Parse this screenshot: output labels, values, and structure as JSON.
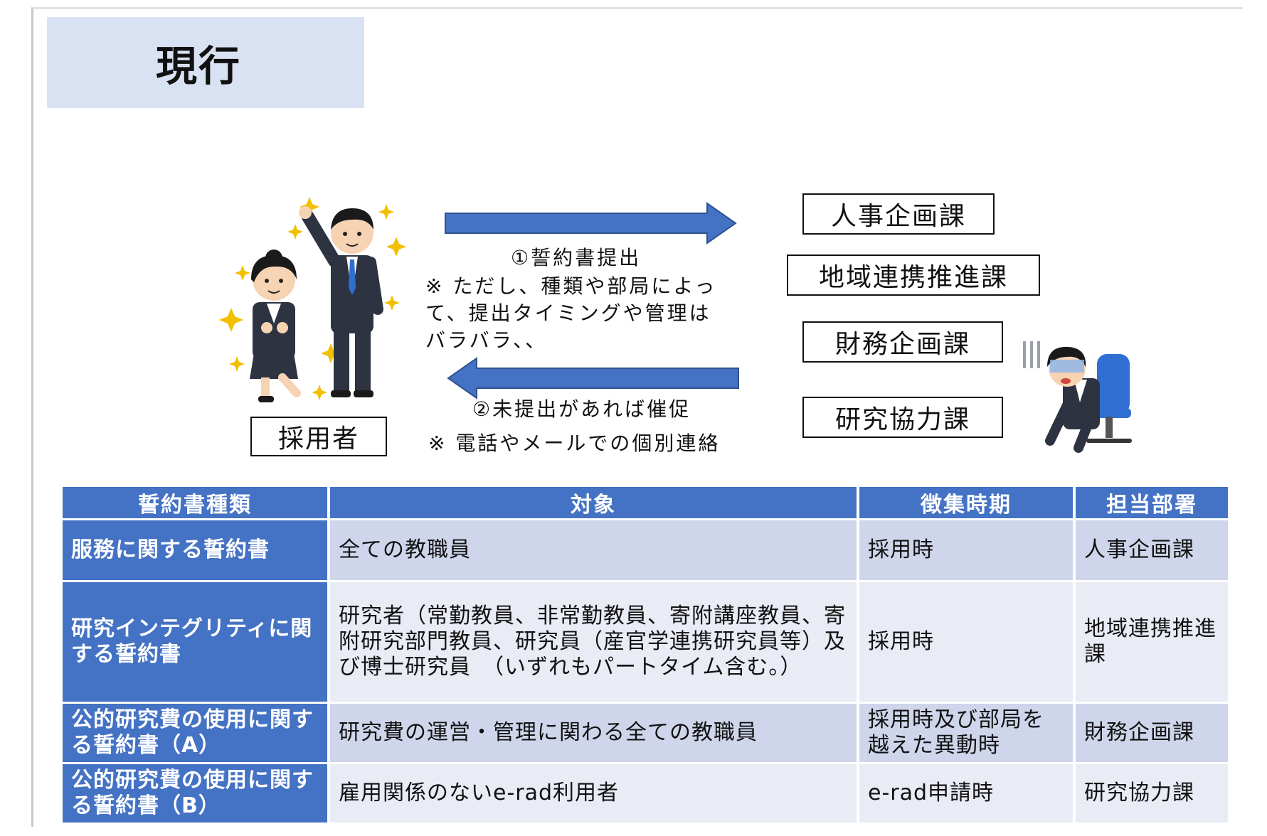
{
  "header": {
    "title": "現行"
  },
  "diagram": {
    "applicant_label": "採用者",
    "departments": [
      "人事企画課",
      "地域連携推進課",
      "財務企画課",
      "研究協力課"
    ],
    "forward_flow": {
      "label": "①誓約書提出",
      "note_lines": [
        "※ ただし、種類や部局によっ",
        "て、提出タイミングや管理は",
        "バラバラ、、"
      ]
    },
    "backward_flow": {
      "label": "②未提出があれば催促",
      "note": "※ 電話やメールでの個別連絡"
    },
    "colors": {
      "arrow": "#4472c4",
      "arrow_edge": "#2f528f"
    },
    "icons": [
      "people-icon",
      "tired-worker-icon"
    ]
  },
  "table": {
    "headers": [
      "誓約書種類",
      "対象",
      "徴集時期",
      "担当部署"
    ],
    "rows": [
      {
        "type": "服務に関する誓約書",
        "target": "全ての教職員",
        "timing": "採用時",
        "dept": "人事企画課"
      },
      {
        "type": "研究インテグリティに関する誓約書",
        "target": "研究者（常勤教員、非常勤教員、寄附講座教員、寄附研究部門教員、研究員（産官学連携研究員等）及び博士研究員　（いずれもパートタイム含む。）",
        "timing": "採用時",
        "dept": "地域連携推進課"
      },
      {
        "type": "公的研究費の使用に関する誓約書（A）",
        "target": "研究費の運営・管理に関わる全ての教職員",
        "timing": "採用時及び部局を越えた異動時",
        "dept": "財務企画課"
      },
      {
        "type": "公的研究費の使用に関する誓約書（B）",
        "target": "雇用関係のないe-rad利用者",
        "timing": "e-rad申請時",
        "dept": "研究協力課"
      }
    ],
    "colors": {
      "header_bg": "#4472c4",
      "row_a": "#cfd5ea",
      "row_b": "#e9ebf5"
    }
  }
}
